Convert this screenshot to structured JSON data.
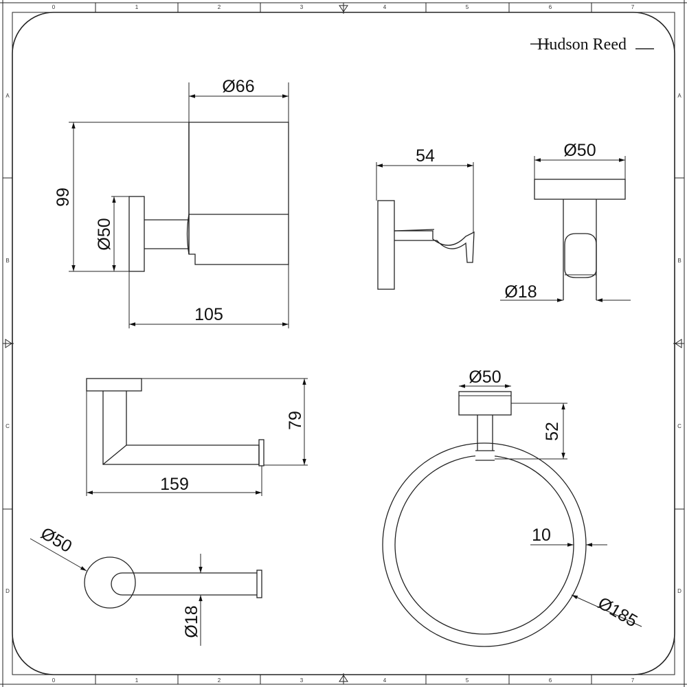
{
  "brand": {
    "name": "Hudson Reed"
  },
  "border": {
    "col_labels": [
      "0",
      "1",
      "2",
      "3",
      "4",
      "5",
      "6",
      "7"
    ],
    "row_labels": [
      "A",
      "B",
      "C",
      "D"
    ]
  },
  "tumbler_holder": {
    "diameter_cup": "Ø66",
    "height": "99",
    "diameter_base": "Ø50",
    "projection": "105"
  },
  "robe_hook": {
    "projection": "54",
    "diameter_base": "Ø50",
    "diameter_hook": "Ø18"
  },
  "toilet_roll_holder": {
    "height": "79",
    "width": "159",
    "diameter_base": "Ø50",
    "diameter_bar": "Ø18"
  },
  "towel_ring": {
    "diameter_base": "Ø50",
    "drop": "52",
    "ring_thickness": "10",
    "ring_diameter": "Ø185"
  }
}
